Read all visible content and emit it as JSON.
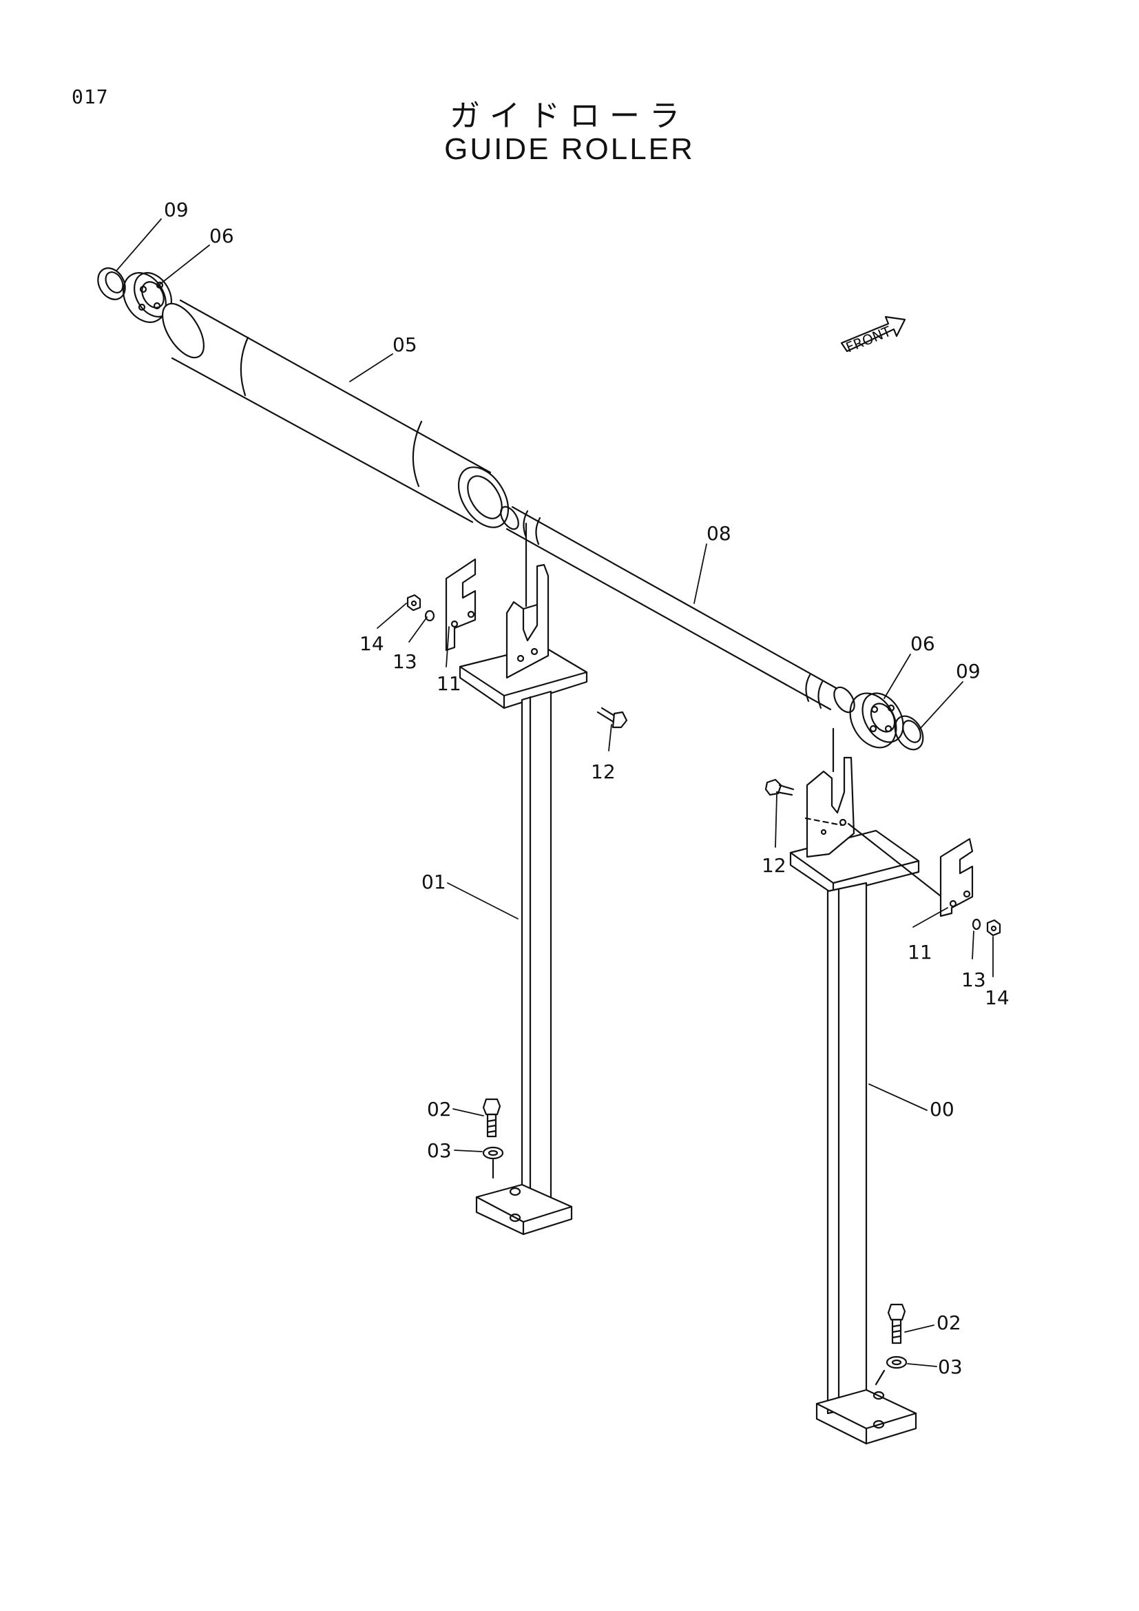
{
  "page_number": "017",
  "title_japanese": "ガイドローラ",
  "title_english": "GUIDE ROLLER",
  "front_marker": "FRONT",
  "callouts": [
    {
      "key": "09a",
      "label": "09"
    },
    {
      "key": "06a",
      "label": "06"
    },
    {
      "key": "05",
      "label": "05"
    },
    {
      "key": "08",
      "label": "08"
    },
    {
      "key": "06b",
      "label": "06"
    },
    {
      "key": "09b",
      "label": "09"
    },
    {
      "key": "14a",
      "label": "14"
    },
    {
      "key": "13a",
      "label": "13"
    },
    {
      "key": "11a",
      "label": "11"
    },
    {
      "key": "12a",
      "label": "12"
    },
    {
      "key": "12b",
      "label": "12"
    },
    {
      "key": "01",
      "label": "01"
    },
    {
      "key": "11b",
      "label": "11"
    },
    {
      "key": "13b",
      "label": "13"
    },
    {
      "key": "14b",
      "label": "14"
    },
    {
      "key": "02a",
      "label": "02"
    },
    {
      "key": "03a",
      "label": "03"
    },
    {
      "key": "00",
      "label": "00"
    },
    {
      "key": "02b",
      "label": "02"
    },
    {
      "key": "03b",
      "label": "03"
    }
  ]
}
